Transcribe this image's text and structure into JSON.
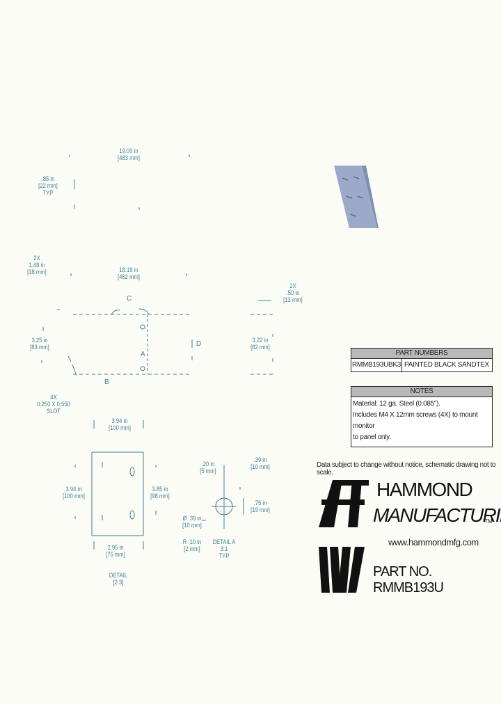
{
  "dimensions": {
    "overall_width": [
      "19.00 in",
      "[483 mm]"
    ],
    "typ_height": [
      ".85 in",
      "[22 mm]",
      "TYP"
    ],
    "holes_2x": [
      "2X",
      "1.48 in",
      "[38 mm]"
    ],
    "inner_width": [
      "18.19 in",
      "[462 mm]"
    ],
    "right_2x": [
      "2X",
      ".50 in",
      "[13 mm]"
    ],
    "left_height": [
      "3.25 in",
      "[83 mm]"
    ],
    "right_height": [
      "3.22 in",
      "[82 mm]"
    ],
    "slot": [
      "4X",
      "0.250 X 0.550",
      "SLOT"
    ],
    "detail_top": [
      "3.94 in",
      "[100 mm]"
    ],
    "detail_left": [
      "3.94 in",
      "[100 mm]"
    ],
    "detail_right": [
      "3.85 in",
      "[98 mm]"
    ],
    "detail_bottom": [
      "2.95 in",
      "[75 mm]"
    ],
    "slot_w": [
      ".20 in",
      "[5 mm]"
    ],
    "slot_top": [
      ".39 in",
      "[10 mm]"
    ],
    "slot_h": [
      ".75 in",
      "[19 mm]"
    ],
    "slot_dia": [
      "Ø",
      ".39 in",
      "[10 mm]"
    ],
    "slot_r": [
      "R",
      ".10 in",
      "[2 mm]"
    ],
    "slot_detail": [
      "DETAIL A",
      "3:1",
      "TYP"
    ],
    "detail_caption": [
      "DETAIL",
      "[2:3]"
    ]
  },
  "callouts": {
    "a": "A",
    "b": "B",
    "c": "C",
    "d": "D"
  },
  "part_numbers": {
    "title": "PART NUMBERS",
    "rows": [
      {
        "number": "RMMB193UBK3",
        "description": "PAINTED BLACK SANDTEX"
      }
    ]
  },
  "notes": {
    "title": "NOTES",
    "lines": [
      "Material: 12 ga. Steel (0.085\").",
      "Includes M4 X 12mm screws (4X) to mount monitor",
      "to panel only."
    ]
  },
  "disclaimer": "Data subject to change without notice, schematic drawing not to scale.",
  "brand": {
    "line1": "HAMMOND",
    "line2": "MANUFACTURING",
    "tm": "TM",
    "website": "www.hammondmfg.com",
    "part_label": "PART NO.",
    "part_number": "RMMB193U"
  },
  "colors": {
    "dimension": "#3f7f93",
    "render": "#9aaac8",
    "table_header": "#b9b9b9"
  }
}
